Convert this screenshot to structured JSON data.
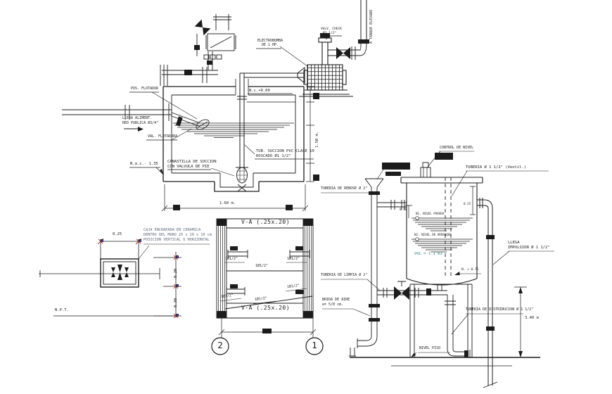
{
  "colors": {
    "ink": "#1c1c1c",
    "note_text": "#5b6b7b",
    "volume_text": "#2f8f8f",
    "marker_red": "#d03030",
    "marker_blue": "#2b3fd4"
  },
  "cistern": {
    "float_position_label": "POS. FLOTADOR",
    "float_valve_label": "VAL. FLOTADORA",
    "supply_line1": "LLEGA ALIMENT.",
    "supply_line2": "RED PUBLICA Ø3/4\"",
    "top_level": "N.c.+0.00",
    "water_level": "N.a.c.- 1.35",
    "suction_line1": "TUB. SUCCION PVC CLASE 10",
    "suction_line2": "ROSCADO Ø1 1/2\"",
    "basket_line1": "CANASTILLA DE SUCCION",
    "basket_line2": "CON VALVULA DE PIE",
    "width_dim": "1.60 m.",
    "depth_dim": "1.50 m."
  },
  "pump": {
    "name_line1": "ELECTROBOMBA",
    "name_line2": "DE 1 HP.",
    "check_line1": "VALV. CHECK",
    "check_line2": "Ø1 1/2\"",
    "riser_label": "A TANQUE ELEVADO"
  },
  "wall_box": {
    "note_line1": "CAJA ENCHAPADA EN CERAMICA",
    "note_line2": "DENTRO DEL MURO 25 x 20 x 10 cm",
    "note_line3": "POSICION VERTICAL U HORIZONTAL",
    "dim_top": "0.25",
    "dim_right_upper": "0.20",
    "dim_right_lower": "0.30",
    "floor_label": "N.P.T."
  },
  "section": {
    "title": "V-A (.25x.20)",
    "pipe_label": "1Ø1/2\"",
    "axis_left": "2",
    "axis_right": "1"
  },
  "tank": {
    "level_control": "CONTROL DE NIVEL",
    "vent_pipe": "TUBERIA Ø 1 1/2\" (Ventil.)",
    "overflow_pipe": "TUBERIA DE REBOSE Ø 2\"",
    "stop_level": "N1. NIVEL PARADA",
    "start_level": "N2. NIVEL DE ARRANQUE",
    "volume": "VOL = 1.1 m3",
    "dim_top_gap": "0.10",
    "dim_levels_gap": "0.25",
    "inlet_line1": "LLEGA",
    "inlet_line2": "IMPULSION Ø 1 1/2\"",
    "level_mark": "N. + 0.75",
    "drain_pipe": "TUBERIA DE LIMPIA Ø 2\"",
    "air_flange_line1": "BRIDA DE AIRE",
    "air_flange_line2": "e= 5/8 cm.",
    "distribution_pipe": "TUBERIA DE DISTRIBUCION Ø 1 1/2\"",
    "height_dim": "3.40 m",
    "floor_label": "NIVEL PISO"
  }
}
